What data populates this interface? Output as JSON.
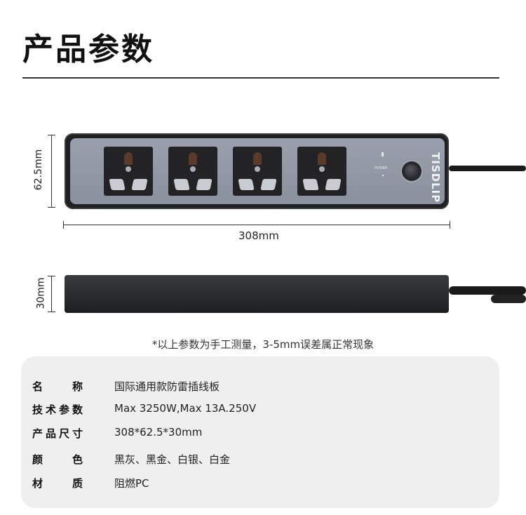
{
  "title": "产品参数",
  "dimensions": {
    "height": "62.5mm",
    "width": "308mm",
    "depth": "30mm"
  },
  "product": {
    "brand": "TISDLIP",
    "power_label": "POWER",
    "socket_count": 4
  },
  "note": "*以上参数为手工测量，3-5mm误差属正常现象",
  "specs": [
    {
      "label": "名称",
      "value": "国际通用款防雷插线板"
    },
    {
      "label": "技术参数",
      "value": "Max 3250W,Max 13A.250V"
    },
    {
      "label": "产品尺寸",
      "value": "308*62.5*30mm"
    },
    {
      "label": "颜色",
      "value": "黑灰、黑金、白银、白金"
    },
    {
      "label": "材质",
      "value": "阻燃PC"
    }
  ]
}
